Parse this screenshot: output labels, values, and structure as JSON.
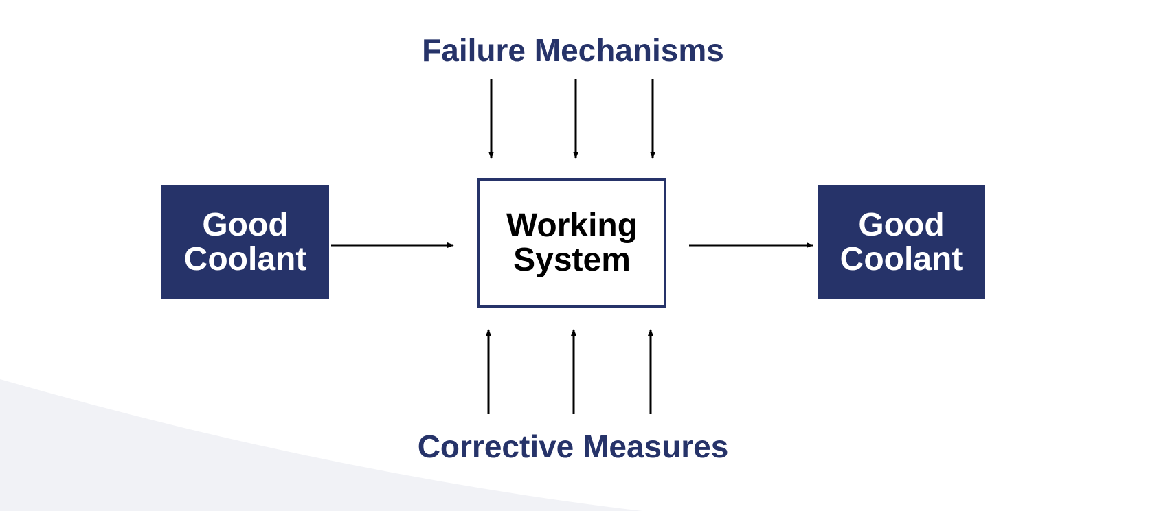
{
  "diagram": {
    "top_heading": "Failure Mechanisms",
    "bottom_heading": "Corrective Measures",
    "input_box": {
      "line1": "Good",
      "line2": "Coolant"
    },
    "center_box": {
      "line1": "Working",
      "line2": "System"
    },
    "output_box": {
      "line1": "Good",
      "line2": "Coolant"
    }
  },
  "colors": {
    "navy": "#263369",
    "arrow": "#000000",
    "background_shape": "#f1f2f6"
  }
}
